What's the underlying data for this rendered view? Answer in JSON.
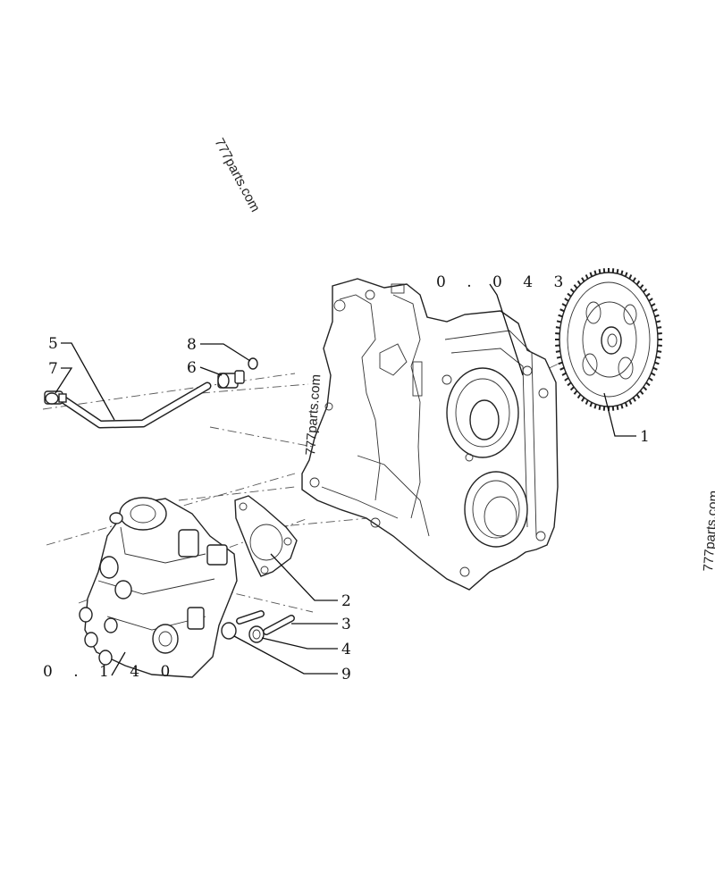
{
  "callouts": [
    {
      "id": "1",
      "label": "1"
    },
    {
      "id": "2",
      "label": "2"
    },
    {
      "id": "3",
      "label": "3"
    },
    {
      "id": "4",
      "label": "4"
    },
    {
      "id": "5",
      "label": "5"
    },
    {
      "id": "6",
      "label": "6"
    },
    {
      "id": "7",
      "label": "7"
    },
    {
      "id": "8",
      "label": "8"
    },
    {
      "id": "9",
      "label": "9"
    }
  ],
  "references": [
    {
      "id": "housing",
      "label": "0 . 0 4 3"
    },
    {
      "id": "pump",
      "label": "0 . 1 4 0"
    }
  ],
  "watermarks": [
    {
      "id": "top",
      "text": "777parts.com"
    },
    {
      "id": "middle",
      "text": "777parts.com"
    },
    {
      "id": "right",
      "text": "777parts.com"
    }
  ]
}
